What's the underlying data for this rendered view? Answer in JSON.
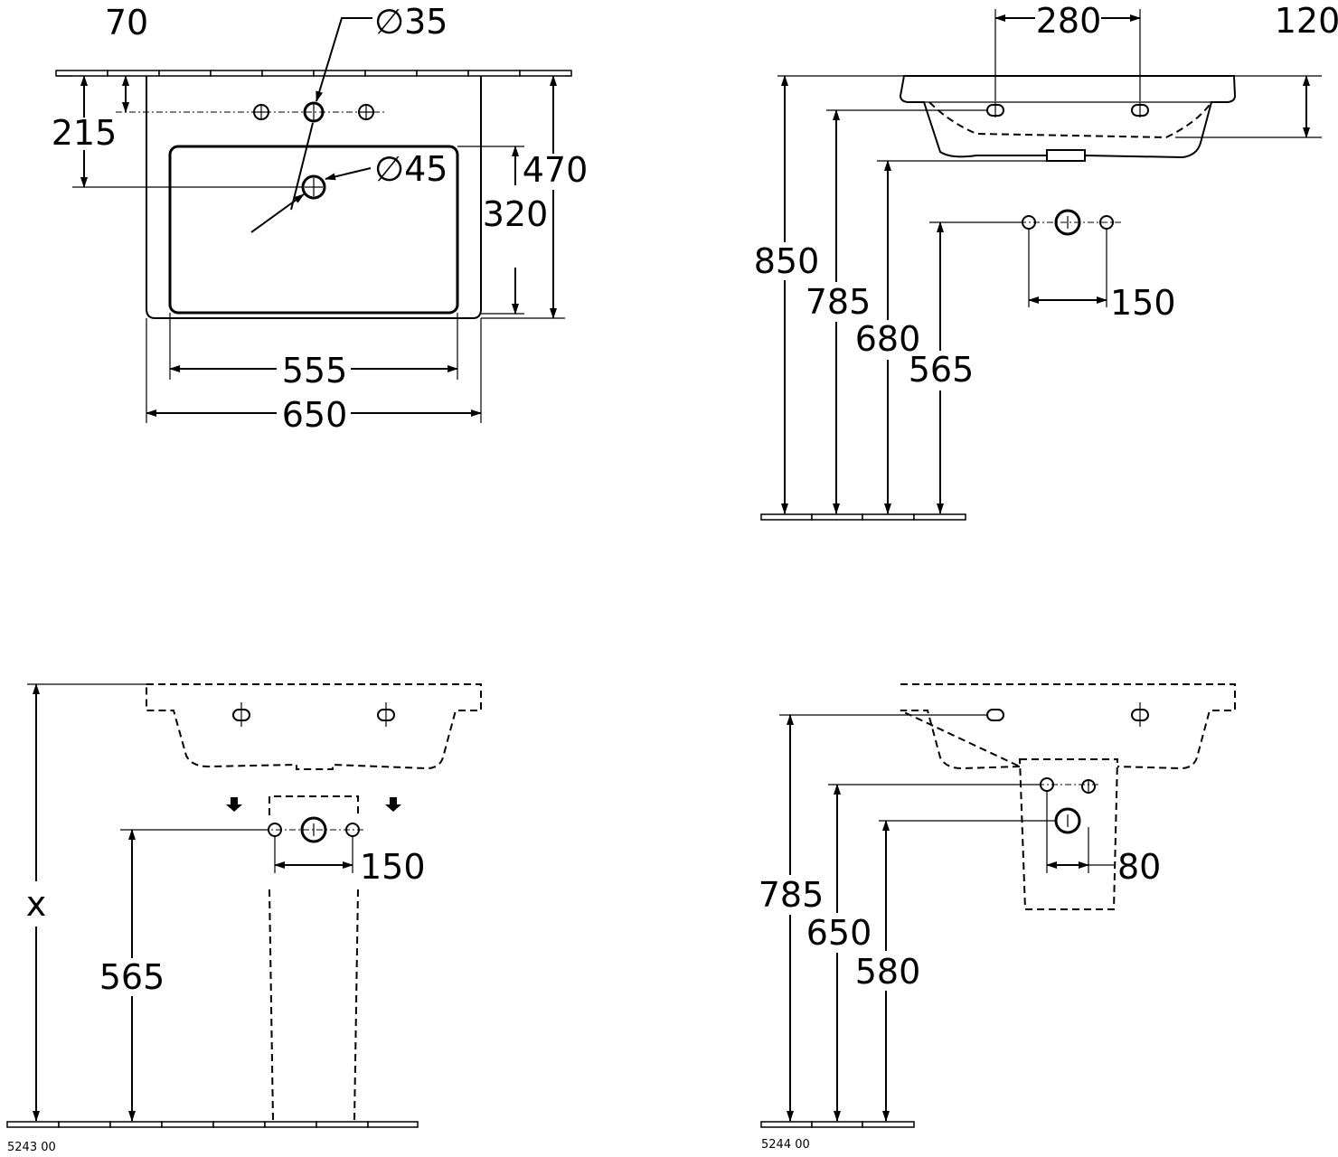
{
  "top_view": {
    "dims": {
      "d70": "70",
      "d35": "∅35",
      "d215": "215",
      "d45": "∅45",
      "d470": "470",
      "d320": "320",
      "d555": "555",
      "d650": "650"
    }
  },
  "side_view": {
    "dims": {
      "d280": "280",
      "d120": "120",
      "d850": "850",
      "d785": "785",
      "d680": "680",
      "d565": "565",
      "d150": "150"
    }
  },
  "pedestal_view": {
    "dims": {
      "dx": "x",
      "d565": "565",
      "d150": "150"
    },
    "caption": "5243 00"
  },
  "semi_pedestal_view": {
    "dims": {
      "d785": "785",
      "d650": "650",
      "d580": "580",
      "d80": "80"
    },
    "caption": "5244 00"
  }
}
